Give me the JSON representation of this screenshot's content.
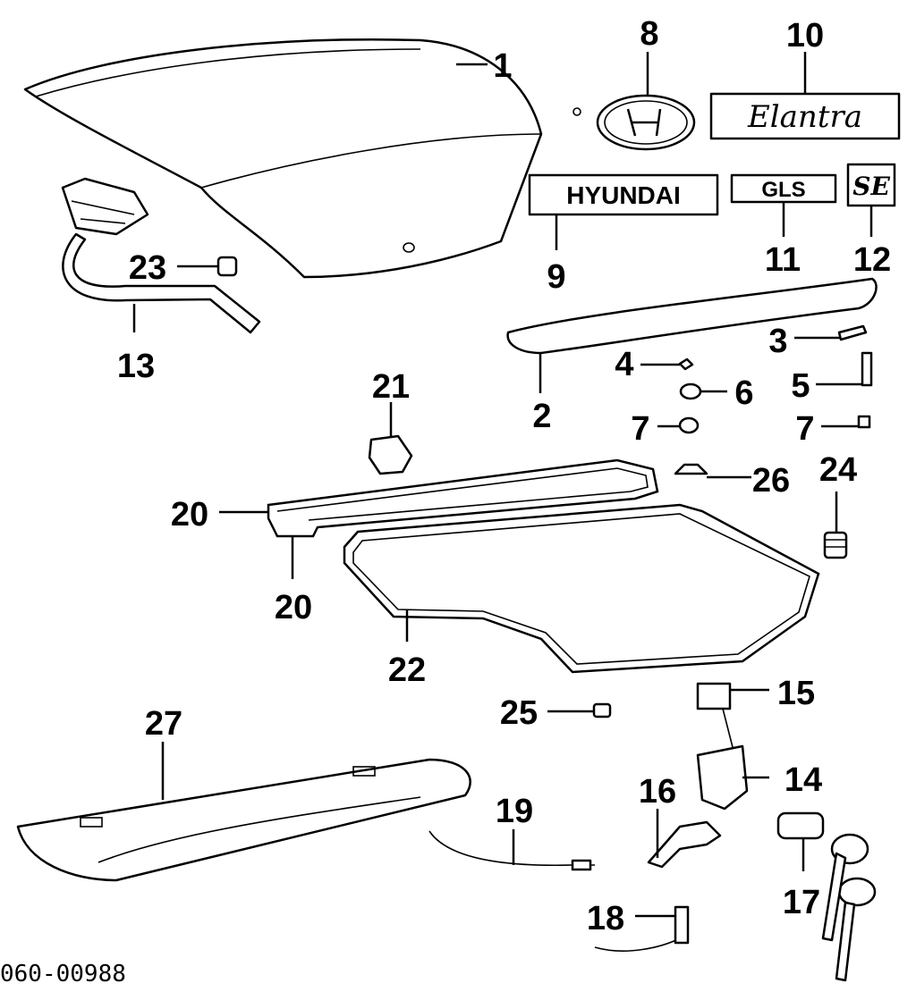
{
  "diagram": {
    "drawing_code": "060-00988",
    "callouts": [
      "1",
      "2",
      "3",
      "4",
      "5",
      "6",
      "7",
      "7",
      "8",
      "9",
      "10",
      "11",
      "12",
      "13",
      "14",
      "15",
      "16",
      "17",
      "18",
      "19",
      "20",
      "20",
      "21",
      "22",
      "23",
      "24",
      "25",
      "26",
      "27"
    ],
    "badges": {
      "model_script": "Elantra",
      "brand": "HYUNDAI",
      "trim": "GLS",
      "emblem": "SE"
    },
    "logo": "Hyundai H"
  }
}
